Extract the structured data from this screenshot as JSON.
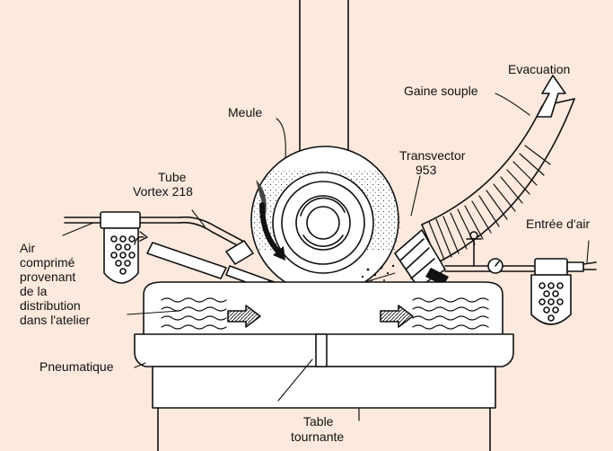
{
  "colors": {
    "background": "#fde9dd",
    "ink": "#111111",
    "fill": "#ffffff"
  },
  "labels": {
    "meule": "Meule",
    "evacuation": "Evacuation",
    "gaine": "Gaine souple",
    "transvector_line1": "Transvector",
    "transvector_line2": "953",
    "tube_line1": "Tube",
    "tube_line2": "Vortex 218",
    "entree": "Entrée d'air",
    "air_lines": [
      "Air",
      "comprimé",
      "provenant",
      "de la",
      "distribution",
      "dans l'atelier"
    ],
    "pneumatique": "Pneumatique",
    "table_line1": "Table",
    "table_line2": "tournante"
  }
}
